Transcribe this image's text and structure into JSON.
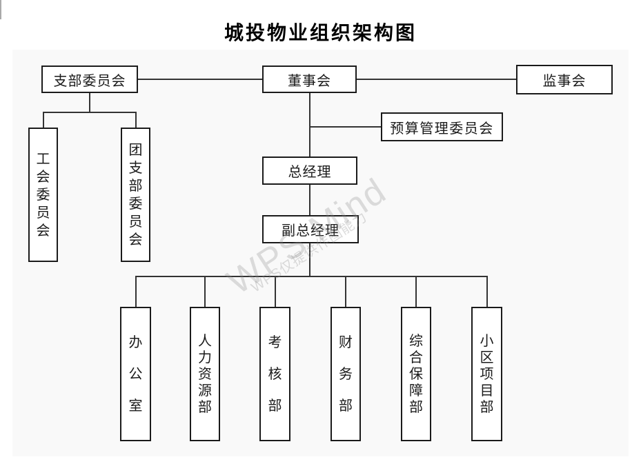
{
  "page": {
    "title": "城投物业组织架构图"
  },
  "watermark": {
    "line1": "WPS Mind",
    "line2": "WPS仅提供作图能力"
  },
  "nodes": {
    "branch_committee": "支部委员会",
    "board": "董事会",
    "supervisory": "监事会",
    "budget_committee": "预算管理委员会",
    "general_manager": "总经理",
    "deputy_general_manager": "副总经理",
    "union_committee": "工会委员会",
    "youth_league_committee": "团支部委员会",
    "office": "办公室",
    "hr_dept": "人力资源部",
    "assessment_dept": "考核部",
    "finance_dept": "财务部",
    "support_dept": "综合保障部",
    "community_project_dept": "小区项目部"
  },
  "colors": {
    "canvas_bg": "#f9f9f9",
    "box_border": "#1a1a1a",
    "connector": "#333333",
    "watermark": "#d9d9d9"
  }
}
